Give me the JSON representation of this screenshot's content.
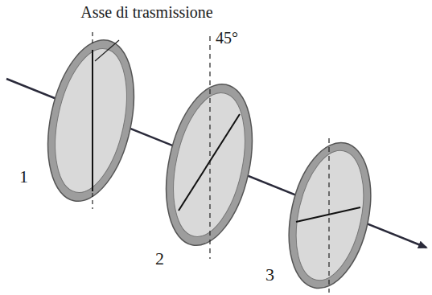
{
  "diagram": {
    "labels": [
      "Asse di trasmissione",
      "45°",
      "1",
      "2",
      "3"
    ]
  }
}
